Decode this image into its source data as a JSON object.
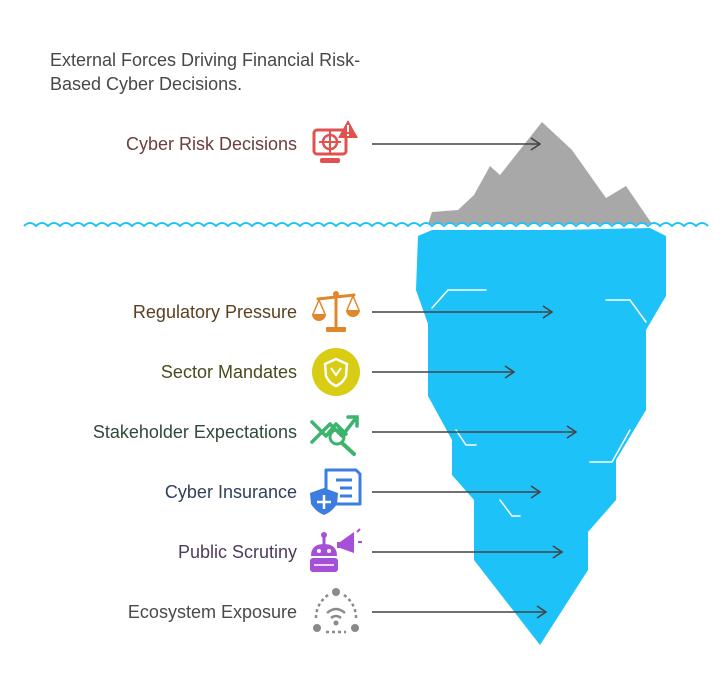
{
  "title": "External Forces Driving Financial Risk-Based Cyber Decisions.",
  "items": [
    {
      "label": "Cyber Risk Decisions",
      "icon": "cyber-risk-target-icon",
      "color": "#e0514f",
      "label_color": "#6b3d3d"
    },
    {
      "label": "Regulatory Pressure",
      "icon": "scales-icon",
      "color": "#e0872c",
      "label_color": "#5c4020"
    },
    {
      "label": "Sector Mandates",
      "icon": "shield-badge-icon",
      "color": "#d8cc14",
      "label_color": "#4a4a20"
    },
    {
      "label": "Stakeholder Expectations",
      "icon": "trend-magnifier-icon",
      "color": "#3cb46e",
      "label_color": "#2f4a3a"
    },
    {
      "label": "Cyber Insurance",
      "icon": "insurance-document-icon",
      "color": "#3b7de0",
      "label_color": "#2f3f5c"
    },
    {
      "label": "Public Scrutiny",
      "icon": "robot-megaphone-icon",
      "color": "#a64fd8",
      "label_color": "#4d3a5c"
    },
    {
      "label": "Ecosystem Exposure",
      "icon": "network-signal-icon",
      "color": "#8a8a8a",
      "label_color": "#4a4a4a"
    }
  ],
  "colors": {
    "iceberg_top": "#a8a8a8",
    "iceberg_body": "#1dc3f8",
    "water_line": "#1dc3f8",
    "arrow": "#444444"
  }
}
